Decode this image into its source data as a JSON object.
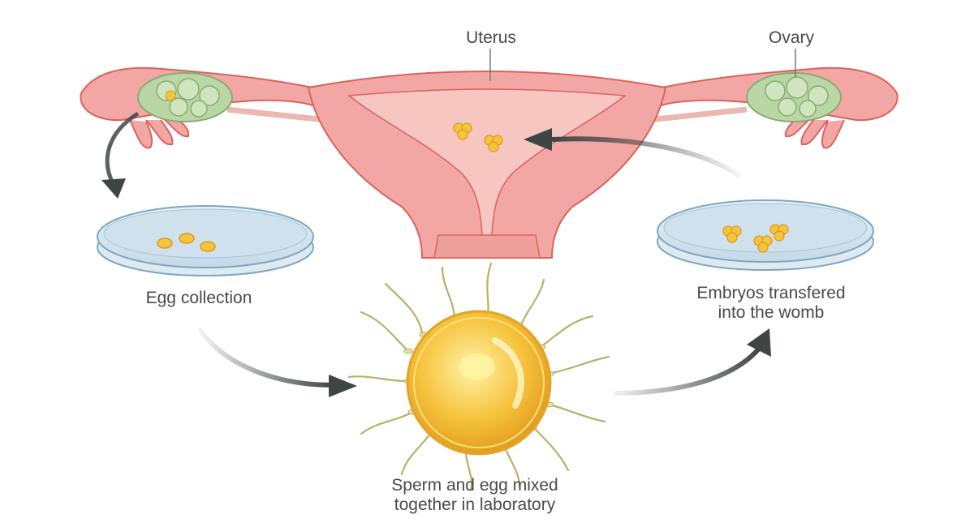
{
  "labels": {
    "uterus": "Uterus",
    "ovary": "Ovary",
    "egg_collection": "Egg collection",
    "embryos_line1": "Embryos transfered",
    "embryos_line2": "into the womb",
    "sperm_line1": "Sperm and egg mixed",
    "sperm_line2": "together in laboratory"
  },
  "colors": {
    "tissue": "#f2a7a4",
    "tissue_dark": "#d9635f",
    "ovary": "#b9d7a4",
    "egg": "#f6c33d",
    "dish": "#cfe1ec",
    "arrow": "#3f4545"
  }
}
